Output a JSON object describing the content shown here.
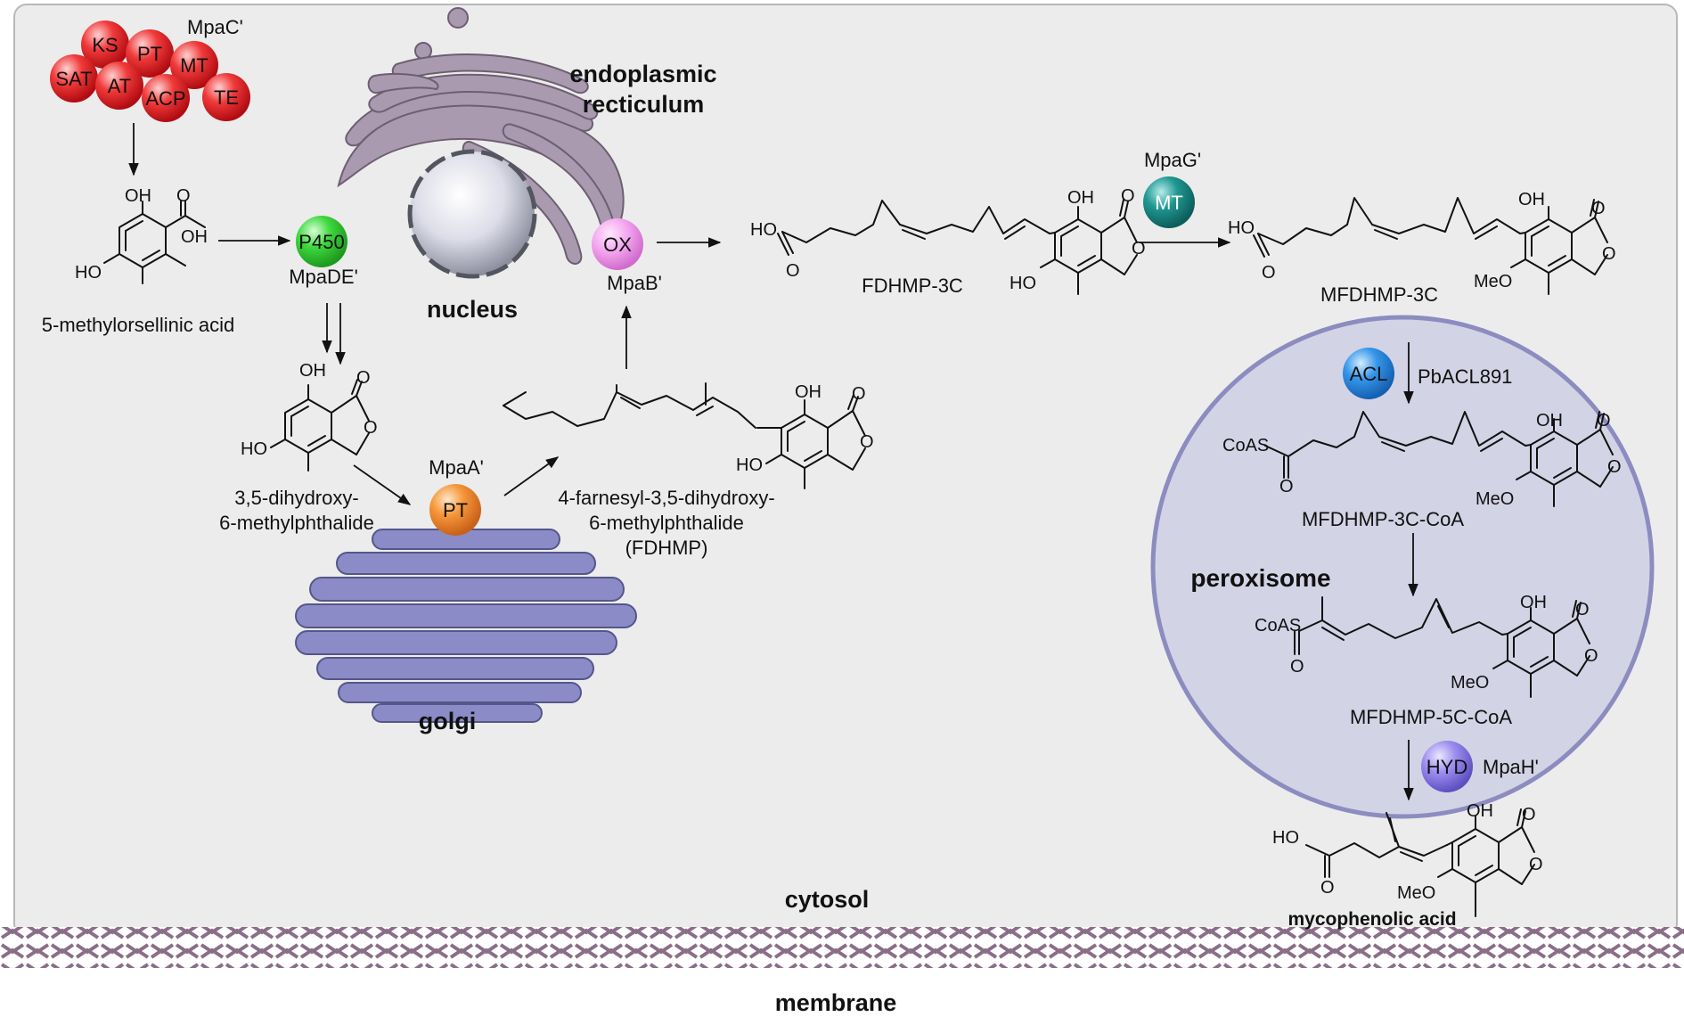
{
  "compartments": {
    "cytosol": "cytosol",
    "membrane": "membrane",
    "nucleus": "nucleus",
    "er_line1": "endoplasmic",
    "er_line2": "recticulum",
    "golgi": "golgi",
    "peroxisome": "peroxisome"
  },
  "pks": {
    "name": "MpaC'",
    "domains": [
      "KS",
      "PT",
      "MT",
      "SAT",
      "AT",
      "ACP",
      "TE"
    ],
    "color": "#e8202a"
  },
  "enzymes": {
    "p450": {
      "badge": "P450",
      "name": "MpaDE'",
      "color": "#3ecf3e"
    },
    "ox": {
      "badge": "OX",
      "name": "MpaB'",
      "color": "#f08ee8"
    },
    "pt": {
      "badge": "PT",
      "name": "MpaA'",
      "color": "#f08a2c"
    },
    "mt": {
      "badge": "MT",
      "name": "MpaG'",
      "color": "#1a8a86"
    },
    "acl": {
      "badge": "ACL",
      "name": "PbACL891",
      "color": "#2d8be0"
    },
    "hyd": {
      "badge": "HYD",
      "name": "MpaH'",
      "color": "#8f7ee8"
    }
  },
  "compounds": {
    "c1": "5-methylorsellinic acid",
    "c2_line1": "3,5-dihydroxy-",
    "c2_line2": "6-methylphthalide",
    "c3_line1": "4-farnesyl-3,5-dihydroxy-",
    "c3_line2": "6-methylphthalide",
    "c3_line3": "(FDHMP)",
    "c4": "FDHMP-3C",
    "c5": "MFDHMP-3C",
    "c6": "MFDHMP-3C-CoA",
    "c7": "MFDHMP-5C-CoA",
    "c8": "mycophenolic acid"
  },
  "atoms": {
    "OH": "OH",
    "HO": "HO",
    "O": "O",
    "MeO": "MeO",
    "CoAS": "CoAS"
  }
}
